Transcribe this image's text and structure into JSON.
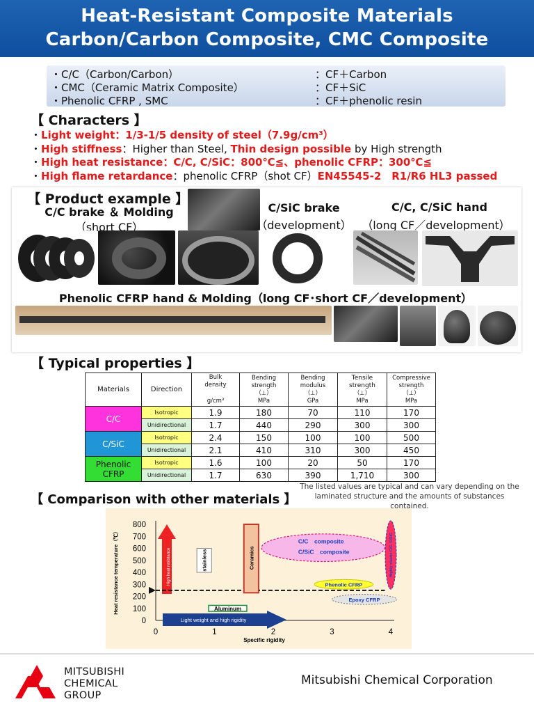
{
  "header": {
    "title_line1": "Heat-Resistant Composite Materials",
    "title_line2": "Carbon/Carbon Composite, CMC Composite"
  },
  "materials": [
    {
      "name": "・C/C（Carbon/Carbon）",
      "composition": "：CF＋Carbon"
    },
    {
      "name": "・CMC（Ceramic Matrix Composite）",
      "composition": "：CF＋SiC"
    },
    {
      "name": "・Phenolic CFRP , SMC",
      "composition": "：CF＋phenolic resin"
    }
  ],
  "characters": {
    "title": "【 Characters 】",
    "items": [
      {
        "red": "Light weight：1/3-1/5 density of steel（7.9g/cm³）",
        "black": "",
        "red2": "",
        "black2": ""
      },
      {
        "red": "High stiffness",
        "black": "：Higher than Steel, ",
        "red2": "Thin design possible",
        "black2": " by High strength"
      },
      {
        "red": "High heat resistance：C/C, C/SiC：800℃≦、phenolic CFRP：300℃≦",
        "black": "",
        "red2": "",
        "black2": ""
      },
      {
        "red": "High flame retardance",
        "black": "：phenolic CFRP（shot CF）",
        "red2": "EN45545-2　R1/R6 HL3 passed",
        "black2": ""
      }
    ]
  },
  "product_example": {
    "title": "【 Product example 】",
    "cc_label_1": "C/C brake ＆ Molding",
    "cc_label_2": "（short CF）",
    "csic_label_1": "C/SiC brake",
    "csic_label_2": "（development）",
    "hand_label_1": "C/C, C/SiC hand",
    "hand_label_2": "（long CF／development）",
    "phenolic_label": "Phenolic CFRP hand & Molding（long CF･short CF／development）"
  },
  "typical_properties": {
    "title": "【 Typical properties 】",
    "headers": {
      "materials": "Materials",
      "direction": "Direction",
      "bulk": "Bulk density",
      "bulk_unit": "g/cm³",
      "bending_strength": "Bending strength",
      "bending_strength_sym": "（⊥）",
      "bending_strength_unit": "MPa",
      "bending_modulus": "Bending modulus",
      "bending_modulus_sym": "（⊥）",
      "bending_modulus_unit": "GPa",
      "tensile": "Tensile strength",
      "tensile_sym": "（⊥）",
      "tensile_unit": "MPa",
      "compressive": "Compressive strength",
      "compressive_sym": "（⊥）",
      "compressive_unit": "MPa"
    },
    "groups": [
      {
        "material": "C/C",
        "rows": [
          {
            "direction": "Isotropic",
            "values": [
              "1.9",
              "180",
              "70",
              "110",
              "170"
            ]
          },
          {
            "direction": "Unidirectional",
            "values": [
              "1.7",
              "440",
              "290",
              "300",
              "300"
            ]
          }
        ]
      },
      {
        "material": "C/SiC",
        "rows": [
          {
            "direction": "Isotropic",
            "values": [
              "2.4",
              "150",
              "100",
              "100",
              "500"
            ]
          },
          {
            "direction": "Unidirectional",
            "values": [
              "2.1",
              "410",
              "310",
              "300",
              "450"
            ]
          }
        ]
      },
      {
        "material": "Phenolic CFRP",
        "material_line1": "Phenolic",
        "material_line2": "CFRP",
        "rows": [
          {
            "direction": "Isotropic",
            "values": [
              "1.6",
              "100",
              "20",
              "50",
              "170"
            ]
          },
          {
            "direction": "Unidirectional",
            "values": [
              "1.7",
              "630",
              "390",
              "1,710",
              "300"
            ]
          }
        ]
      }
    ],
    "note": "The listed values are typical and can vary depending on the laminated structure and the amounts of substances contained."
  },
  "comparison": {
    "title": "【 Comparison with other materials 】",
    "chart_data": {
      "type": "diagram",
      "xlabel": "Specific rigidity",
      "ylabel": "Heat resistance temperature（℃）",
      "xlim": [
        0,
        4
      ],
      "ylim": [
        0,
        800
      ],
      "x_ticks": [
        "0",
        "1",
        "2",
        "3",
        "4"
      ],
      "y_ticks": [
        "0",
        "100",
        "200",
        "300",
        "400",
        "500",
        "600",
        "700",
        "800"
      ],
      "regions": [
        {
          "name": "C/C　composite",
          "x": [
            1.8,
            3.9
          ],
          "y": [
            490,
            720
          ]
        },
        {
          "name": "C/SiC　composite",
          "x": [
            1.8,
            3.9
          ],
          "y": [
            490,
            720
          ]
        },
        {
          "name": "Phenolic CFRP",
          "x": [
            2.7,
            3.7
          ],
          "y": [
            260,
            340
          ]
        },
        {
          "name": "Epoxy CFRP",
          "x": [
            3.0,
            4.1
          ],
          "y": [
            150,
            200
          ]
        },
        {
          "name": "Highly elastic C/C, C/SiC",
          "x": [
            3.9,
            4.1
          ],
          "y": [
            260,
            830
          ]
        },
        {
          "name": "stainless",
          "x": [
            0.7,
            0.95
          ],
          "y": [
            400,
            600
          ]
        },
        {
          "name": "Ceramics",
          "x": [
            1.5,
            1.75
          ],
          "y": [
            230,
            800
          ]
        },
        {
          "name": "Aluminum",
          "x": [
            0.9,
            1.55
          ],
          "y": [
            75,
            125
          ]
        }
      ],
      "annotations": [
        "High heat resistance",
        "Light weight and high rigidity"
      ],
      "threshold_y": 250
    }
  },
  "footer": {
    "brand_line1": "MITSUBISHI",
    "brand_line2": "CHEMICAL",
    "brand_line3": "GROUP",
    "corporation": "Mitsubishi Chemical Corporation"
  },
  "colors": {
    "header_blue": "#1559aa",
    "highlight_red": "#e21b1b",
    "cc_magenta": "#ff33dd",
    "csic_blue": "#2196d6",
    "phenolic_green": "#33dd33"
  }
}
